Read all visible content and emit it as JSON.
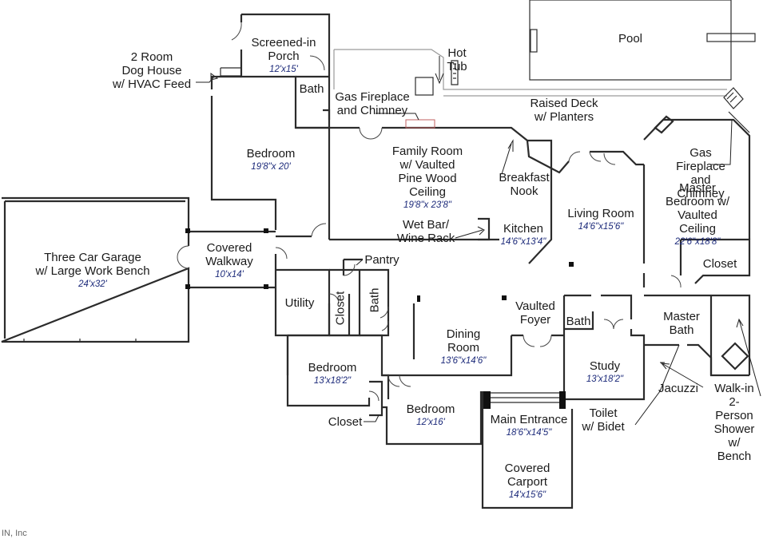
{
  "rooms": {
    "pool": {
      "name": "Pool"
    },
    "hot_tub": {
      "name": "Hot\nTub"
    },
    "screened_porch": {
      "name": "Screened-in\nPorch",
      "dims": "12'x15'"
    },
    "dog_house": {
      "name": "2 Room\nDog House\nw/ HVAC Feed"
    },
    "bath_upper": {
      "name": "Bath"
    },
    "gas_fireplace_family": {
      "name": "Gas Fireplace\nand Chimney"
    },
    "raised_deck": {
      "name": "Raised Deck\nw/ Planters"
    },
    "bedroom_upper": {
      "name": "Bedroom",
      "dims": "19'8\"x 20'"
    },
    "family_room": {
      "name": "Family Room\nw/ Vaulted\nPine Wood\nCeiling",
      "dims": "19'8\"x 23'8\""
    },
    "breakfast_nook": {
      "name": "Breakfast\nNook"
    },
    "gas_fireplace_master": {
      "name": "Gas Fireplace\nand Chimney"
    },
    "master_bedroom": {
      "name": "Master\nBedroom w/\nVaulted Ceiling",
      "dims": "22'6\"x18'8\""
    },
    "living_room": {
      "name": "Living Room",
      "dims": "14'6\"x15'6\""
    },
    "kitchen": {
      "name": "Kitchen",
      "dims": "14'6\"x13'4\""
    },
    "wet_bar": {
      "name": "Wet Bar/\nWine Rack"
    },
    "garage": {
      "name": "Three Car Garage\nw/ Large Work Bench",
      "dims": "24'x32'"
    },
    "covered_walkway": {
      "name": "Covered\nWalkway",
      "dims": "10'x14'"
    },
    "pantry": {
      "name": "Pantry"
    },
    "utility": {
      "name": "Utility"
    },
    "closet_utility": {
      "name": "Closet"
    },
    "bath_mid": {
      "name": "Bath"
    },
    "closet_master": {
      "name": "Closet"
    },
    "vaulted_foyer": {
      "name": "Vaulted\nFoyer"
    },
    "bath_study": {
      "name": "Bath"
    },
    "master_bath": {
      "name": "Master\nBath"
    },
    "dining_room": {
      "name": "Dining\nRoom",
      "dims": "13'6\"x14'6\""
    },
    "bedroom_left": {
      "name": "Bedroom",
      "dims": "13'x18'2\""
    },
    "study": {
      "name": "Study",
      "dims": "13'x18'2\""
    },
    "bedroom_lower": {
      "name": "Bedroom",
      "dims": "12'x16'"
    },
    "closet_bedroom": {
      "name": "Closet"
    },
    "jacuzzi": {
      "name": "Jacuzzi"
    },
    "walk_in_shower": {
      "name": "Walk-in\n2-Person\nShower\nw/ Bench"
    },
    "toilet_bidet": {
      "name": "Toilet\nw/ Bidet"
    },
    "main_entrance": {
      "name": "Main Entrance",
      "dims": "18'6\"x14'5\""
    },
    "covered_carport": {
      "name": "Covered\nCarport",
      "dims": "14'x15'6\""
    }
  },
  "watermark": "IN, Inc"
}
